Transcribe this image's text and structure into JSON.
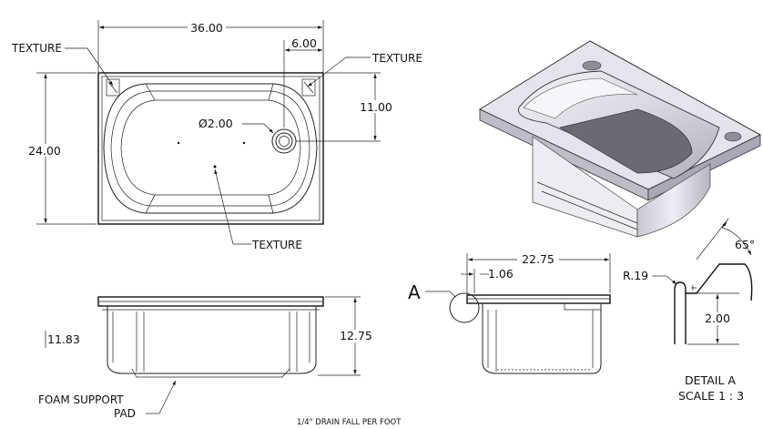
{
  "top_view": {
    "width_dim": "36.00",
    "offset_dim": "6.00",
    "depth_dim": "24.00",
    "drain_offset_dim": "11.00",
    "drain_dia_dim": "Ø2.00",
    "texture_label_1": "TEXTURE",
    "texture_label_2": "TEXTURE",
    "texture_label_3": "TEXTURE"
  },
  "front_view": {
    "height_dim_left": "11.83",
    "height_dim_right": "12.75",
    "foam_label_line1": "FOAM SUPPORT",
    "foam_label_line2": "PAD"
  },
  "side_view": {
    "width_dim": "22.75",
    "flange_dim": "1.06",
    "detail_callout": "A"
  },
  "detail_a": {
    "radius_dim": "R.19",
    "angle_dim": "65°",
    "height_dim": "2.00",
    "title": "DETAIL A",
    "scale": "SCALE 1 : 3"
  },
  "footer_note": "1/4\" DRAIN FALL PER FOOT"
}
